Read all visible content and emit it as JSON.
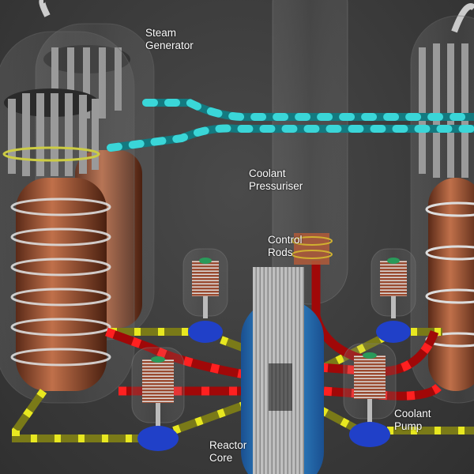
{
  "labels": {
    "steam_generator": [
      "Steam",
      "Generator"
    ],
    "coolant_pressuriser": [
      "Coolant",
      "Pressuriser"
    ],
    "control_rods": [
      "Control",
      "Rods"
    ],
    "reactor_core": [
      "Reactor",
      "Core"
    ],
    "coolant_pump": [
      "Coolant",
      "Pump"
    ]
  },
  "colors": {
    "background": "#3a3a3a",
    "copper": "#b0603c",
    "hot_leg": "#c81010",
    "cold_leg": "#9a9a20",
    "steam_line": "#1a9aa0",
    "pump": "#2040c8",
    "vessel": "#2a80c8"
  }
}
